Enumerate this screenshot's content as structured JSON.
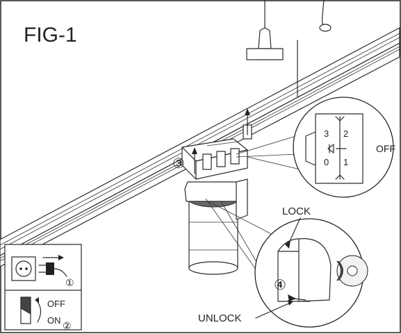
{
  "figure": {
    "title": "FIG-1",
    "callouts": {
      "off": "OFF",
      "lock": "LOCK",
      "unlock": "UNLOCK"
    },
    "switch_dial": {
      "num_3": "3",
      "num_2": "2",
      "num_0": "0",
      "num_1": "1"
    },
    "steps": {
      "step_3": "③",
      "step_4": "④"
    },
    "legend": {
      "step_1_marker": "①",
      "off_label": "OFF",
      "on_label": "ON",
      "step_2_marker": "②"
    }
  }
}
